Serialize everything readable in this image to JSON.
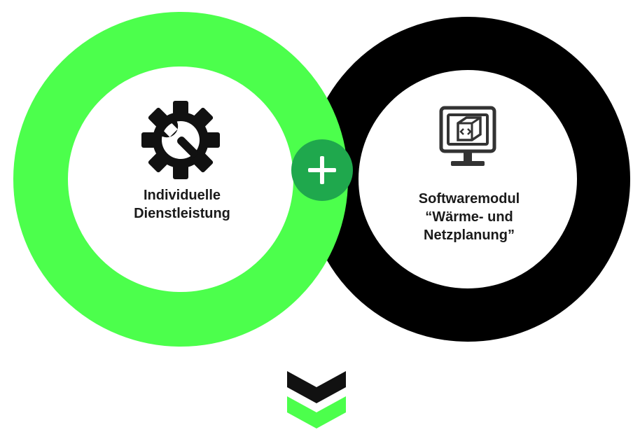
{
  "colors": {
    "green_ring": "#4cff4c",
    "black_ring": "#000000",
    "plus_badge": "#1fa84d",
    "chevron_top": "#111111",
    "chevron_bottom": "#4cff4c",
    "text": "#1a1a1a"
  },
  "left_circle": {
    "icon": "gear-wrench-icon",
    "label_lines": [
      "Individuelle",
      "Dienstleistung"
    ]
  },
  "right_circle": {
    "icon": "monitor-code-icon",
    "label_lines": [
      "Softwaremodul",
      "“Wärme- und",
      "Netzplanung”"
    ]
  },
  "connector": {
    "icon": "plus-icon"
  },
  "bottom_indicator": {
    "icon": "double-chevron-down-icon"
  }
}
